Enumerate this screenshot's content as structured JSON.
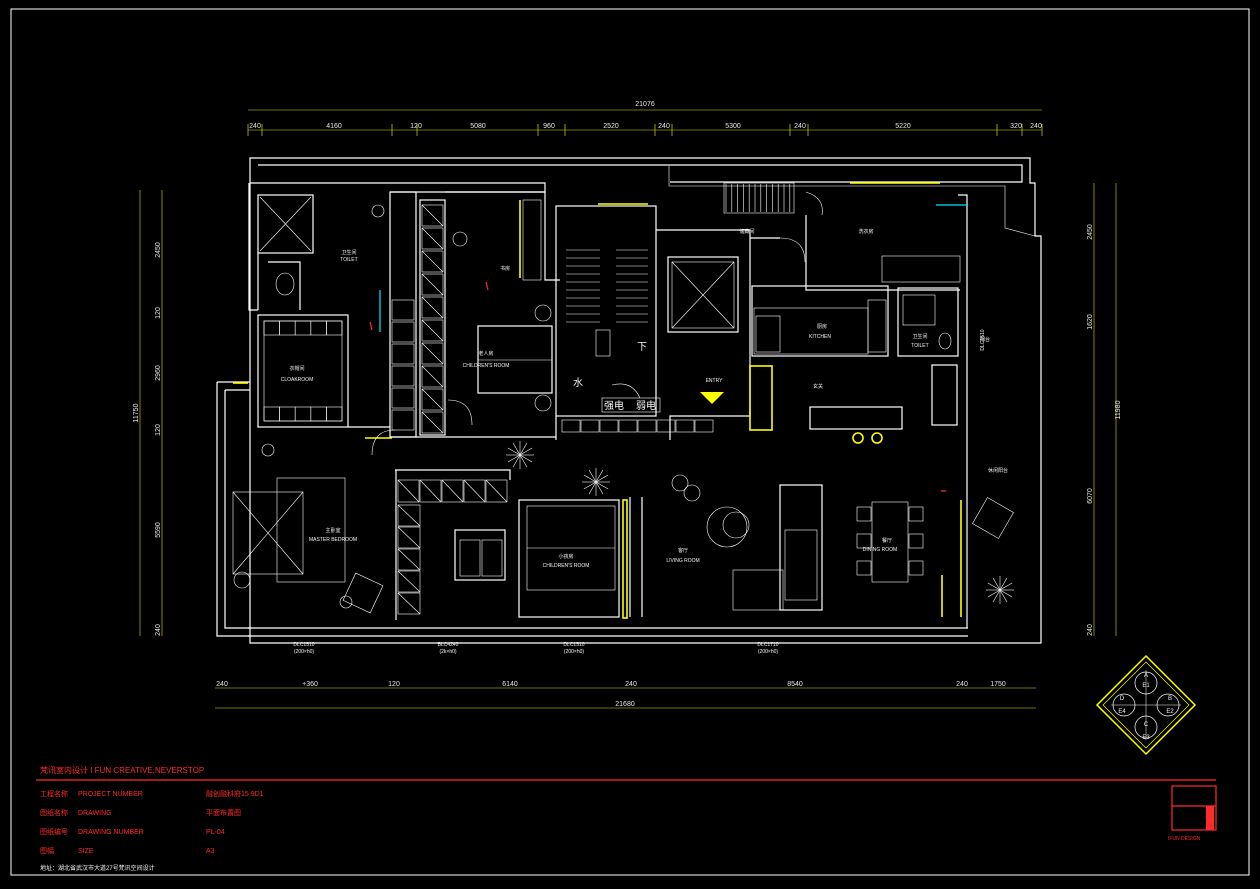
{
  "drawing": {
    "dims_top_total": "21076",
    "dims_top": [
      "240",
      "4160",
      "120",
      "5080",
      "960",
      "2520",
      "240",
      "5300",
      "240",
      "5220",
      "320",
      "240"
    ],
    "dims_bottom_total": "21680",
    "dims_bottom": [
      "240",
      "+360",
      "120",
      "6140",
      "240",
      "8540",
      "240",
      "1750"
    ],
    "dims_left_total": "11750",
    "dims_left": [
      "2450",
      "120",
      "2960",
      "120",
      "5590",
      "240"
    ],
    "dims_right_total": "11980",
    "dims_right": [
      "2450",
      "1620",
      "6070",
      "240"
    ],
    "window_labels": [
      {
        "a": "DLC1510",
        "b": "(200×h0)"
      },
      {
        "a": "BLC4240",
        "b": "(2k×h0)"
      },
      {
        "a": "DLC1510",
        "b": "(200×h0)"
      },
      {
        "a": "DLC1710",
        "b": "(200×h0)"
      },
      {
        "a": "DLC1510",
        "b": "(200×h0)"
      }
    ],
    "rooms": [
      {
        "cn": "卫生间",
        "en": "TOILET"
      },
      {
        "cn": "衣帽间",
        "en": "CLOAKROOM"
      },
      {
        "cn": "老人房",
        "en": "CHILDREN'S ROOM"
      },
      {
        "cn": "主卧室",
        "en": "MASTER BEDROOM"
      },
      {
        "cn": "小孩房",
        "en": "CHILDREN'S ROOM"
      },
      {
        "cn": "客厅",
        "en": "LIVING ROOM"
      },
      {
        "cn": "餐厅",
        "en": "DINING ROOM"
      },
      {
        "cn": "厨房",
        "en": "KITCHEN"
      },
      {
        "cn": "卫生间",
        "en": "TOILET"
      },
      {
        "cn": "储藏间",
        "en": ""
      },
      {
        "cn": "洗衣房",
        "en": ""
      },
      {
        "cn": "书房",
        "en": ""
      },
      {
        "cn": "休闲阳台",
        "en": ""
      },
      {
        "cn": "玄关",
        "en": ""
      },
      {
        "cn": "阳台",
        "en": ""
      }
    ],
    "core": {
      "water": "水",
      "elec1": "强电",
      "elec2": "弱电",
      "stair_down": "下",
      "entry": "ENTRY"
    },
    "compass": {
      "a": "A",
      "b": "B",
      "c": "C",
      "d": "D",
      "e1": "E1",
      "e2": "E2",
      "e3": "E3",
      "e4": "E4"
    }
  },
  "title_block": {
    "company": "梵讯室内设计 I FUN CREATIVE,NEVERSTOP",
    "rows": [
      {
        "cn": "工程名称",
        "en": "PROJECT NUMBER",
        "value": "融创融科府15 9D1"
      },
      {
        "cn": "图纸名称",
        "en": "DRAWING",
        "value": "平面布置图"
      },
      {
        "cn": "图纸编号",
        "en": "DRAWING NUMBER",
        "value": "PL-04"
      },
      {
        "cn": "图幅",
        "en": "SIZE",
        "value": "A3"
      }
    ],
    "address": "地址：湖北省武汉市大道27号梵讯空间设计",
    "logo_caption": "IFUN DESIGN"
  },
  "colors": {
    "background": "#000000",
    "wall": "#ffffff",
    "furniture_yellow": "#ffff00",
    "title_red": "#ff2a2a",
    "dimension": "#e0e000",
    "door_cyan": "#00e5ff"
  }
}
